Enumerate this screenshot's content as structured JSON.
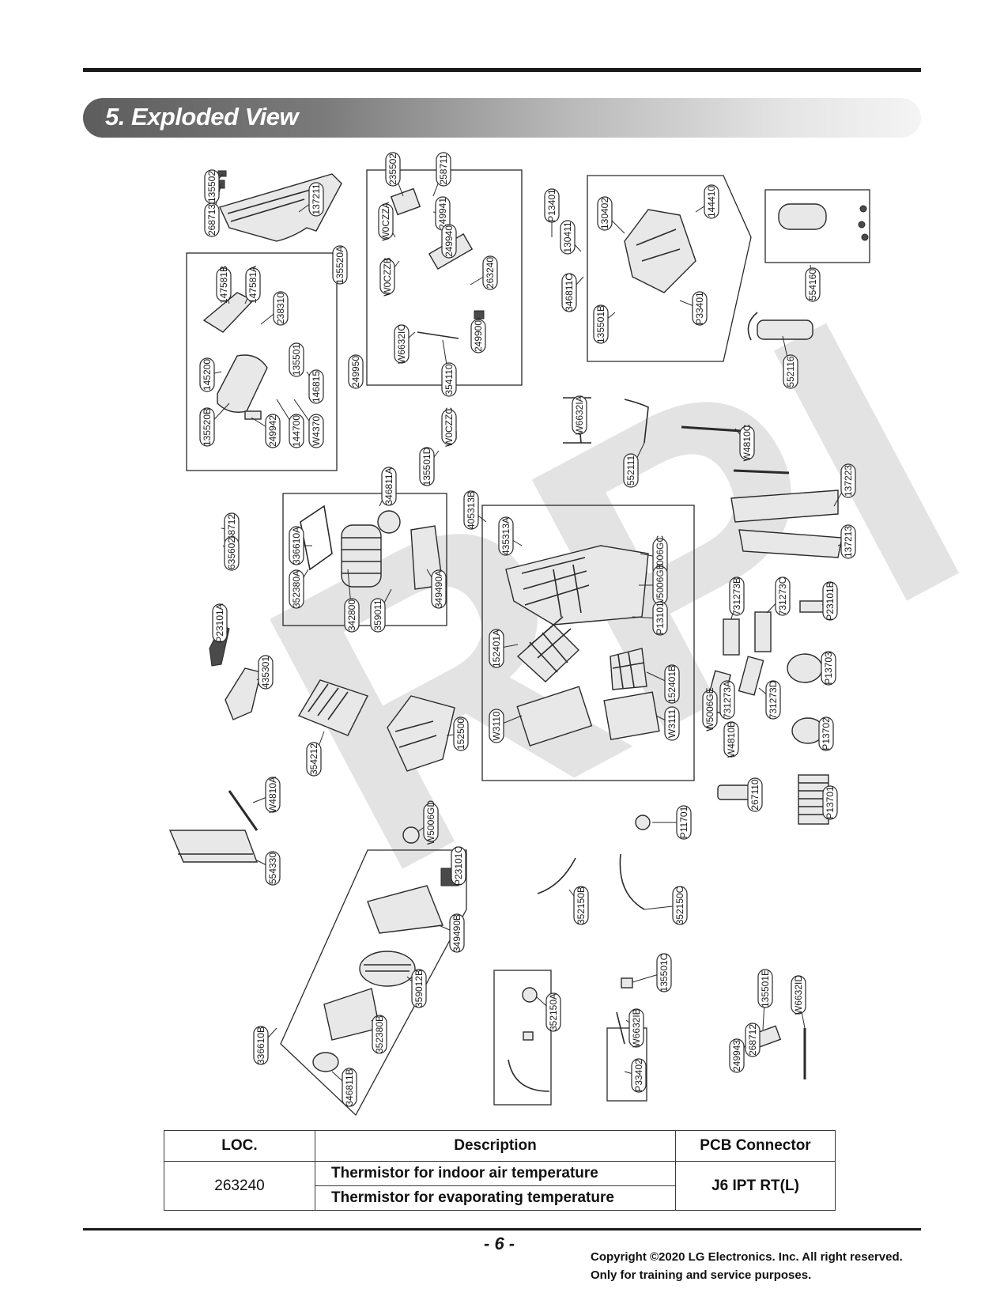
{
  "section": {
    "title": "5. Exploded View"
  },
  "watermark": "RPI",
  "diagram": {
    "callouts": [
      {
        "id": "c01",
        "text": "135502"
      },
      {
        "id": "c02",
        "text": "268713"
      },
      {
        "id": "c03",
        "text": "137211"
      },
      {
        "id": "c04",
        "text": "147581B"
      },
      {
        "id": "c05",
        "text": "147581A"
      },
      {
        "id": "c06",
        "text": "238310"
      },
      {
        "id": "c07",
        "text": "135520A"
      },
      {
        "id": "c08",
        "text": "135501"
      },
      {
        "id": "c09",
        "text": "145200"
      },
      {
        "id": "c10",
        "text": "146815"
      },
      {
        "id": "c11",
        "text": "135520B"
      },
      {
        "id": "c12",
        "text": "249942"
      },
      {
        "id": "c13",
        "text": "144700"
      },
      {
        "id": "c14",
        "text": "W4370"
      },
      {
        "id": "c15",
        "text": "235502"
      },
      {
        "id": "c16",
        "text": "258711"
      },
      {
        "id": "c17",
        "text": "249941"
      },
      {
        "id": "c18",
        "text": "W0CZZA"
      },
      {
        "id": "c19",
        "text": "249940"
      },
      {
        "id": "c20",
        "text": "W0CZZB"
      },
      {
        "id": "c21",
        "text": "263240"
      },
      {
        "id": "c22",
        "text": "W6632IC"
      },
      {
        "id": "c23",
        "text": "249900"
      },
      {
        "id": "c24",
        "text": "354110"
      },
      {
        "id": "c25",
        "text": "249950"
      },
      {
        "id": "c26",
        "text": "P13401"
      },
      {
        "id": "c27",
        "text": "130411"
      },
      {
        "id": "c28",
        "text": "130402"
      },
      {
        "id": "c29",
        "text": "144410"
      },
      {
        "id": "c30",
        "text": "346811C"
      },
      {
        "id": "c31",
        "text": "135501B"
      },
      {
        "id": "c32",
        "text": "P33401"
      },
      {
        "id": "c33",
        "text": "554160"
      },
      {
        "id": "c34",
        "text": "552116"
      },
      {
        "id": "c35",
        "text": "W0CZZC"
      },
      {
        "id": "c36",
        "text": "135501D"
      },
      {
        "id": "c37",
        "text": "W6632IA"
      },
      {
        "id": "c38",
        "text": "552111"
      },
      {
        "id": "c39",
        "text": "W4810C"
      },
      {
        "id": "c40",
        "text": "268712"
      },
      {
        "id": "c41",
        "text": "635602"
      },
      {
        "id": "c42",
        "text": "346811A"
      },
      {
        "id": "c43",
        "text": "336610A"
      },
      {
        "id": "c44",
        "text": "352380A"
      },
      {
        "id": "c45",
        "text": "342800"
      },
      {
        "id": "c46",
        "text": "359011"
      },
      {
        "id": "c47",
        "text": "349490A"
      },
      {
        "id": "c48",
        "text": "405313B"
      },
      {
        "id": "c49",
        "text": "435313A"
      },
      {
        "id": "c50",
        "text": "W5006GC"
      },
      {
        "id": "c51",
        "text": "W5006GB"
      },
      {
        "id": "c52",
        "text": "P13101"
      },
      {
        "id": "c53",
        "text": "137223"
      },
      {
        "id": "c54",
        "text": "137213"
      },
      {
        "id": "c55",
        "text": "731273B"
      },
      {
        "id": "c56",
        "text": "731273C"
      },
      {
        "id": "c57",
        "text": "P23101B"
      },
      {
        "id": "c58",
        "text": "P23101A"
      },
      {
        "id": "c59",
        "text": "435301"
      },
      {
        "id": "c60",
        "text": "152401A"
      },
      {
        "id": "c61",
        "text": "152401B"
      },
      {
        "id": "c62",
        "text": "W3110"
      },
      {
        "id": "c63",
        "text": "W3111"
      },
      {
        "id": "c64",
        "text": "W5006GE"
      },
      {
        "id": "c65",
        "text": "731273A"
      },
      {
        "id": "c66",
        "text": "731273D"
      },
      {
        "id": "c67",
        "text": "P13703"
      },
      {
        "id": "c68",
        "text": "354212"
      },
      {
        "id": "c69",
        "text": "152500"
      },
      {
        "id": "c70",
        "text": "W4810B"
      },
      {
        "id": "c71",
        "text": "P13702"
      },
      {
        "id": "c72",
        "text": "W4810A"
      },
      {
        "id": "c73",
        "text": "W5006GD"
      },
      {
        "id": "c74",
        "text": "P11701"
      },
      {
        "id": "c75",
        "text": "267110"
      },
      {
        "id": "c76",
        "text": "P13701"
      },
      {
        "id": "c77",
        "text": "554330"
      },
      {
        "id": "c78",
        "text": "P23101C"
      },
      {
        "id": "c79",
        "text": "352150B"
      },
      {
        "id": "c80",
        "text": "352150C"
      },
      {
        "id": "c81",
        "text": "349490B"
      },
      {
        "id": "c82",
        "text": "359012B"
      },
      {
        "id": "c83",
        "text": "135501C"
      },
      {
        "id": "c84",
        "text": "352150A"
      },
      {
        "id": "c85",
        "text": "W6632IB"
      },
      {
        "id": "c86",
        "text": "135501E"
      },
      {
        "id": "c87",
        "text": "W6632ID"
      },
      {
        "id": "c88",
        "text": "336610B"
      },
      {
        "id": "c89",
        "text": "352380B"
      },
      {
        "id": "c90",
        "text": "P33402"
      },
      {
        "id": "c91",
        "text": "268712"
      },
      {
        "id": "c92",
        "text": "249943"
      },
      {
        "id": "c93",
        "text": "346811B"
      }
    ]
  },
  "table": {
    "headers": [
      "LOC.",
      "Description",
      "PCB Connector"
    ],
    "loc": "263240",
    "descriptions": [
      "Thermistor for indoor air temperature",
      "Thermistor for evaporating temperature"
    ],
    "pcb": "J6 IPT RT(L)"
  },
  "footer": {
    "page": "- 6 -",
    "copyright_line1": "Copyright ©2020 LG Electronics. Inc. All right reserved.",
    "copyright_line2": "Only for training and service purposes."
  }
}
